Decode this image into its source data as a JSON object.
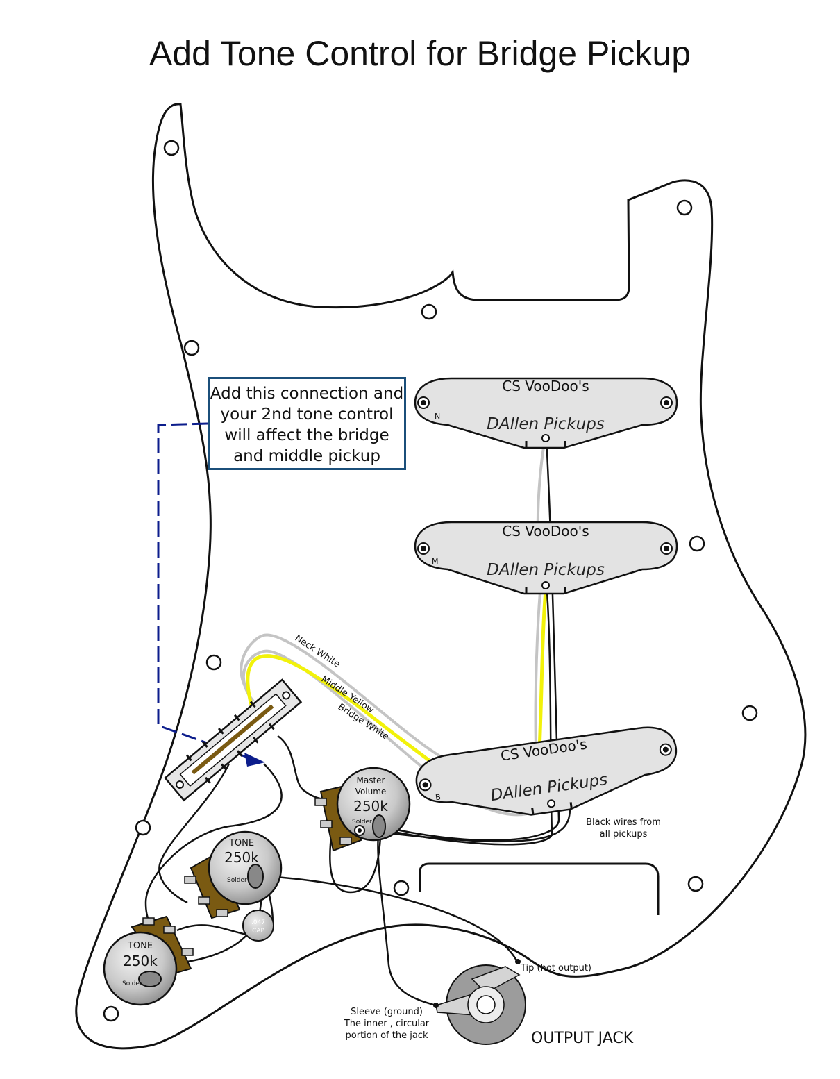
{
  "title": "Add Tone Control for Bridge Pickup",
  "note": "Add this connection and\nyour 2nd tone control\nwill affect the bridge\nand middle pickup",
  "pickups": [
    {
      "model": "CS VooDoo's",
      "brand": "DAllen Pickups",
      "position": "N"
    },
    {
      "model": "CS VooDoo's",
      "brand": "DAllen Pickups",
      "position": "M"
    },
    {
      "model": "CS VooDoo's",
      "brand": "DAllen Pickups",
      "position": "B"
    }
  ],
  "wire_labels": {
    "neck": "Neck White",
    "middle": "Middle Yellow",
    "bridge": "Bridge White",
    "black_line1": "Black wires from",
    "black_line2": "all pickups"
  },
  "pots": {
    "volume": {
      "line1": "Master",
      "line2": "Volume",
      "value": "250k",
      "solder": "Solder"
    },
    "tone1": {
      "name": "TONE",
      "value": "250k",
      "solder": "Solder"
    },
    "tone2": {
      "name": "TONE",
      "value": "250k",
      "solder": "Solder"
    }
  },
  "cap": {
    "line1": ".047",
    "line2": "CAP"
  },
  "jack": {
    "label": "OUTPUT JACK",
    "tip": "Tip (hot output)",
    "sleeve1": "Sleeve (ground)",
    "sleeve2": "The inner , circular",
    "sleeve3": "portion of the jack"
  },
  "colors": {
    "note_border": "#1b4f7a",
    "dashed_connection": "#0c1d8c",
    "yellow_wire": "#f2f20a",
    "white_wire": "#c4c4c4",
    "pot_body": "#7a5a12",
    "pickup_fill": "#e3e3e3"
  }
}
